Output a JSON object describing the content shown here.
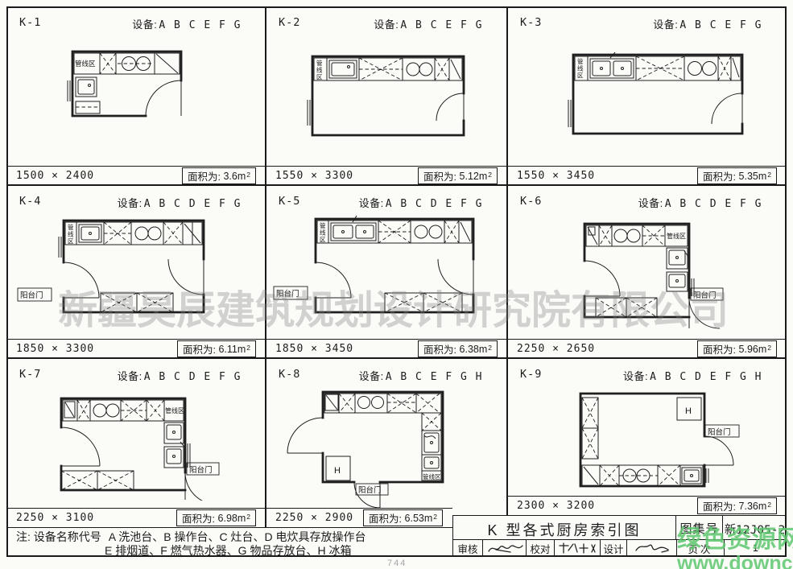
{
  "labels": {
    "equipment_prefix": "设备:",
    "area_prefix": "面积为:",
    "area_sup": "2",
    "pipeline_zone": "管线区",
    "balcony_door": "阳台门",
    "fridge": "H"
  },
  "cells": [
    {
      "id": "K-1",
      "equipment": "A B C E F G",
      "dimensions": "1500 × 2400",
      "area": "3.6m"
    },
    {
      "id": "K-2",
      "equipment": "A B C E F G",
      "dimensions": "1550 × 3300",
      "area": "5.12m"
    },
    {
      "id": "K-3",
      "equipment": "A B C E F G",
      "dimensions": "1550 × 3450",
      "area": "5.35m"
    },
    {
      "id": "K-4",
      "equipment": "A B C D E F G",
      "dimensions": "1850 × 3300",
      "area": "6.11m"
    },
    {
      "id": "K-5",
      "equipment": "A B C D E F G",
      "dimensions": "1850 × 3450",
      "area": "6.38m"
    },
    {
      "id": "K-6",
      "equipment": "A B C D E F G",
      "dimensions": "2250 × 2650",
      "area": "5.96m"
    },
    {
      "id": "K-7",
      "equipment": "A B C D E F G",
      "dimensions": "2250 × 3100",
      "area": "6.98m"
    },
    {
      "id": "K-8",
      "equipment": "A B C E F G H",
      "dimensions": "2250 × 2900",
      "area": "6.53m"
    },
    {
      "id": "K-9",
      "equipment": "A B C D E F G H",
      "dimensions": "2300 × 3200",
      "area": "7.36m"
    }
  ],
  "notes": {
    "prefix": "注: 设备名称代号",
    "line1": "A 洗池台、B 操作台、C 灶台、D 电炊具存放操作台",
    "line2": "E 排烟道、F 燃气热水器、G 物品存放台、H 冰箱"
  },
  "title_block": {
    "title": "K 型各式厨房索引图",
    "atlas_label": "图集号",
    "atlas_number": "新12J05-2",
    "review_label": "审核",
    "check_label": "校对",
    "design_label": "设计",
    "page_label": "页次",
    "page_value": "1"
  },
  "watermarks": {
    "company": "新疆昊辰建筑规划设计研究院有限公司",
    "site_name": "绿色资源网",
    "site_url": "www.downcc.com",
    "footer_number": "744"
  },
  "colors": {
    "ink": "#1a1a1a",
    "paper": "#fbfbf8",
    "watermark_gray": "#828282",
    "watermark_green": "#5dc76e"
  }
}
